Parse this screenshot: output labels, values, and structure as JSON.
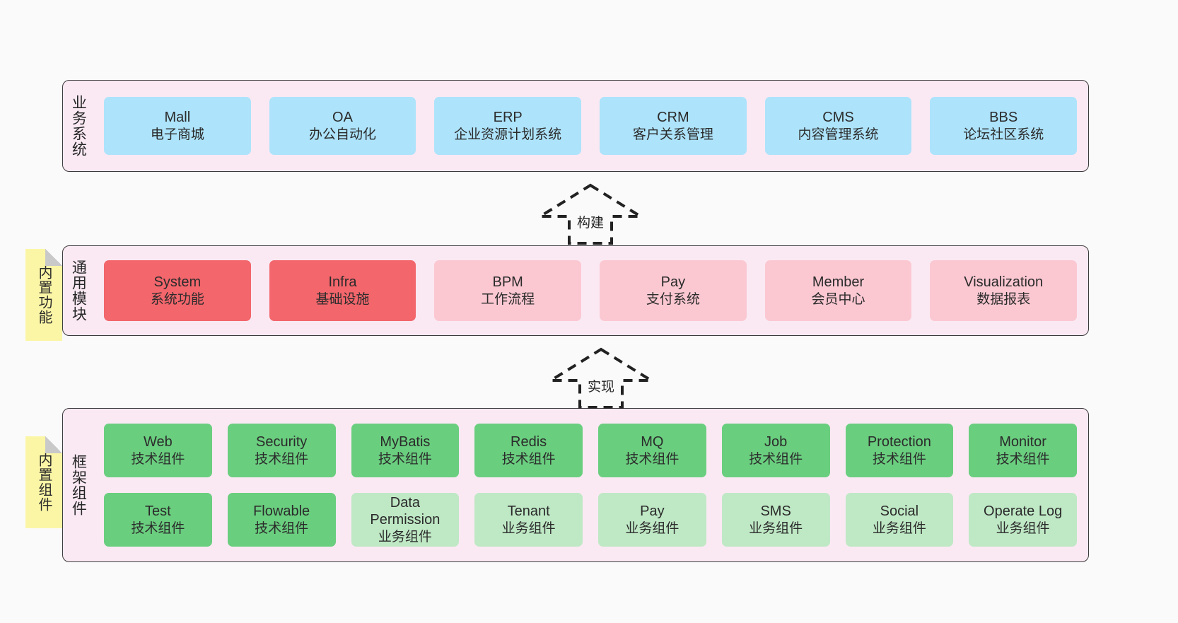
{
  "diagram": {
    "title": "System architecture layers",
    "background": "#fafafa"
  },
  "colors": {
    "band_fill": "#fae9f3",
    "band_border": "#3b3b3b",
    "business_card": "#ade3fb",
    "module_core": "#f2666c",
    "module_optional": "#fbc8d2",
    "component_tech": "#6ace7f",
    "component_biz": "#bfe8c5",
    "note_fill": "#fbf6a6",
    "note_fold": "#c9c9c9"
  },
  "layers": {
    "business": {
      "label": "业务系统",
      "cards": [
        {
          "en": "Mall",
          "cn": "电子商城"
        },
        {
          "en": "OA",
          "cn": "办公自动化"
        },
        {
          "en": "ERP",
          "cn": "企业资源计划系统"
        },
        {
          "en": "CRM",
          "cn": "客户关系管理"
        },
        {
          "en": "CMS",
          "cn": "内容管理系统"
        },
        {
          "en": "BBS",
          "cn": "论坛社区系统"
        }
      ]
    },
    "modules": {
      "label": "通用模块",
      "note": "内置功能",
      "cards": [
        {
          "en": "System",
          "cn": "系统功能",
          "style": "red"
        },
        {
          "en": "Infra",
          "cn": "基础设施",
          "style": "red"
        },
        {
          "en": "BPM",
          "cn": "工作流程",
          "style": "pink"
        },
        {
          "en": "Pay",
          "cn": "支付系统",
          "style": "pink"
        },
        {
          "en": "Member",
          "cn": "会员中心",
          "style": "pink"
        },
        {
          "en": "Visualization",
          "cn": "数据报表",
          "style": "pink"
        }
      ]
    },
    "framework": {
      "label": "框架组件",
      "note": "内置组件",
      "row1": [
        {
          "en": "Web",
          "cn": "技术组件",
          "style": "green"
        },
        {
          "en": "Security",
          "cn": "技术组件",
          "style": "green"
        },
        {
          "en": "MyBatis",
          "cn": "技术组件",
          "style": "green"
        },
        {
          "en": "Redis",
          "cn": "技术组件",
          "style": "green"
        },
        {
          "en": "MQ",
          "cn": "技术组件",
          "style": "green"
        },
        {
          "en": "Job",
          "cn": "技术组件",
          "style": "green"
        },
        {
          "en": "Protection",
          "cn": "技术组件",
          "style": "green"
        },
        {
          "en": "Monitor",
          "cn": "技术组件",
          "style": "green"
        }
      ],
      "row2": [
        {
          "en": "Test",
          "cn": "技术组件",
          "style": "green"
        },
        {
          "en": "Flowable",
          "cn": "技术组件",
          "style": "green"
        },
        {
          "en": "Data Permission",
          "cn": "业务组件",
          "style": "lgreen"
        },
        {
          "en": "Tenant",
          "cn": "业务组件",
          "style": "lgreen"
        },
        {
          "en": "Pay",
          "cn": "业务组件",
          "style": "lgreen"
        },
        {
          "en": "SMS",
          "cn": "业务组件",
          "style": "lgreen"
        },
        {
          "en": "Social",
          "cn": "业务组件",
          "style": "lgreen"
        },
        {
          "en": "Operate Log",
          "cn": "业务组件",
          "style": "lgreen"
        }
      ]
    }
  },
  "arrows": [
    {
      "label": "构建",
      "from": "通用模块",
      "to": "业务系统"
    },
    {
      "label": "实现",
      "from": "框架组件",
      "to": "通用模块"
    }
  ]
}
